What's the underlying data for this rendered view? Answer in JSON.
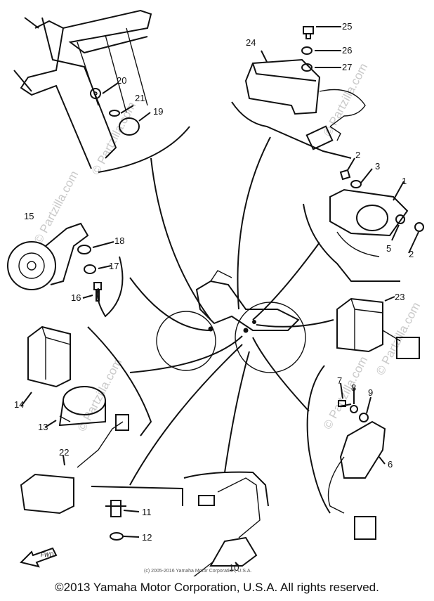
{
  "callouts": [
    "1",
    "2",
    "2",
    "3",
    "5",
    "6",
    "7",
    "8",
    "9",
    "10",
    "11",
    "12",
    "13",
    "14",
    "15",
    "16",
    "17",
    "18",
    "19",
    "20",
    "21",
    "22",
    "23",
    "24",
    "25",
    "26",
    "27"
  ],
  "watermark": {
    "text": "© Partzilla.com"
  },
  "footer": {
    "credit": "(c) 2005-2016 Yamaha Motor Corporation, U.S.A.",
    "copyright": "©2013 Yamaha Motor Corporation, U.S.A. All rights reserved."
  },
  "arrow_label": "FWD"
}
